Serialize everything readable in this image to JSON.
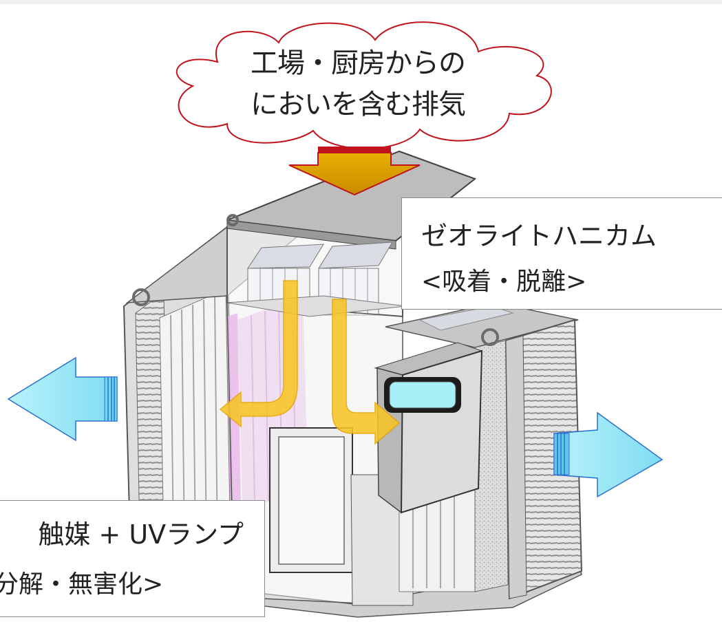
{
  "cloud": {
    "line1": "工場・厨房からの",
    "line2": "においを含む排気"
  },
  "zeolite_label": {
    "line1": "ゼオライトハニカム",
    "line2": "<吸着・脱離>"
  },
  "catalyst_label": {
    "line1": "触媒 + UVランプ",
    "line2": "分解・無害化>"
  },
  "colors": {
    "inlet_arrow": "#d9a200",
    "inlet_arrow_edge": "#c0131b",
    "outlet_arrow": "#8fe6f7",
    "outlet_arrow_edge": "#2b6fd0",
    "flow_arrow": "#f7c526",
    "cloud_outline": "#c0131b",
    "uv_glow": "#e0a8e6"
  }
}
